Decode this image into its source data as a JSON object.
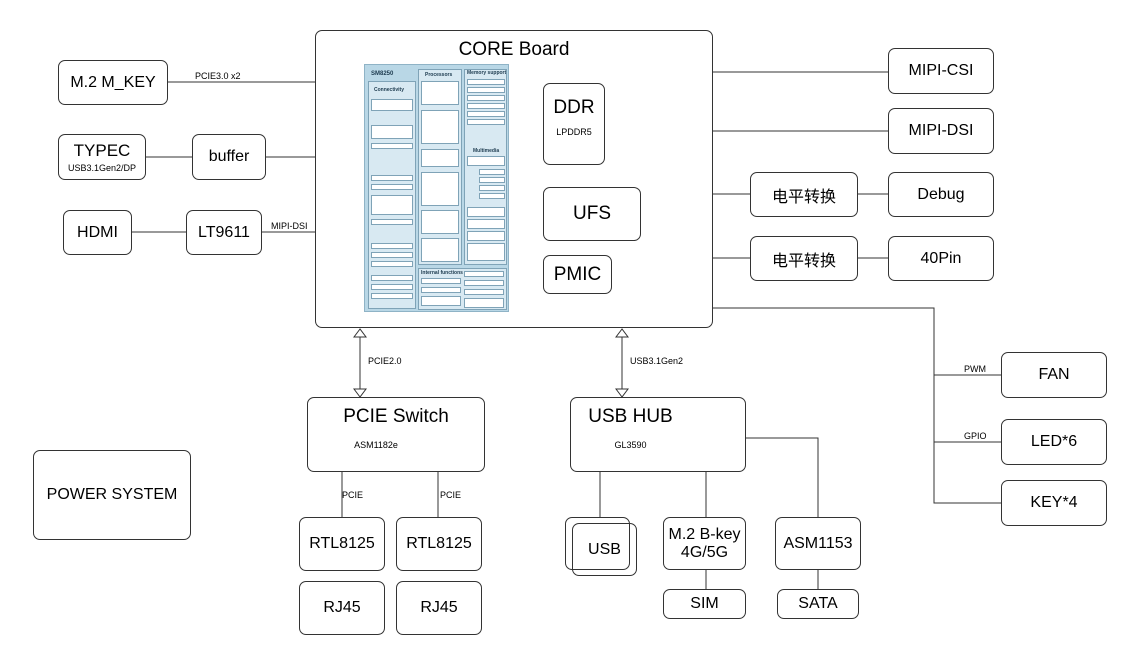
{
  "core": {
    "title": "CORE Board",
    "ddr": {
      "label": "DDR",
      "sub": "LPDDR5"
    },
    "ufs": "UFS",
    "pmic": "PMIC",
    "soc": {
      "name": "SM8250",
      "connectivity": "Connectivity",
      "processors": "Processors",
      "memory": "Memory support",
      "multimedia": "Multimedia",
      "internal": "Internal functions"
    }
  },
  "left": {
    "m2_mkey": "M.2 M_KEY",
    "pcie_link": "PCIE3.0 x2",
    "typec": "TYPEC",
    "typec_sub": "USB3.1Gen2/DP",
    "buffer": "buffer",
    "hdmi": "HDMI",
    "lt9611": "LT9611",
    "mipi_dsi_link": "MIPI-DSI"
  },
  "right": {
    "mipi_csi": "MIPI-CSI",
    "mipi_dsi": "MIPI-DSI",
    "level_shift_1": "电平转换",
    "debug": "Debug",
    "level_shift_2": "电平转换",
    "pin40": "40Pin",
    "pwm": "PWM",
    "fan": "FAN",
    "gpio": "GPIO",
    "led": "LED*6",
    "key": "KEY*4"
  },
  "bottom": {
    "pcie_link": "PCIE2.0",
    "pcie_switch": "PCIE Switch",
    "pcie_switch_sub": "ASM1182e",
    "pcie_a": "PCIE",
    "pcie_b": "PCIE",
    "rtl_a": "RTL8125",
    "rtl_b": "RTL8125",
    "rj45_a": "RJ45",
    "rj45_b": "RJ45",
    "usb_link": "USB3.1Gen2",
    "usb_hub": "USB HUB",
    "usb_hub_sub": "GL3590",
    "usb": "USB",
    "m2_bkey": "M.2 B-key",
    "m2_bkey_sub": "4G/5G",
    "sim": "SIM",
    "asm1153": "ASM1153",
    "sata": "SATA"
  },
  "power": "POWER SYSTEM"
}
